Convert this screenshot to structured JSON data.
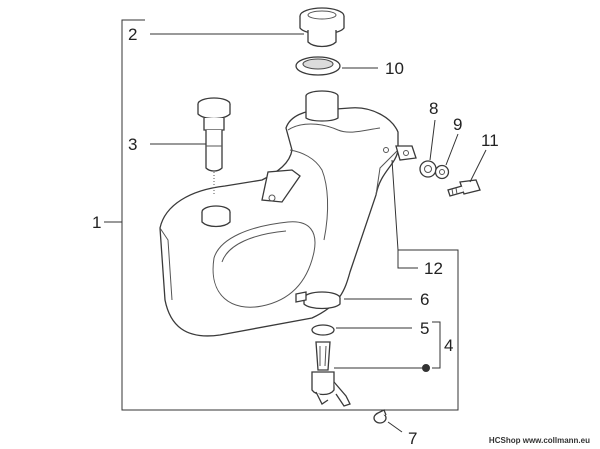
{
  "callouts": {
    "c1": "1",
    "c2": "2",
    "c3": "3",
    "c4": "4",
    "c5": "5",
    "c6": "6",
    "c7": "7",
    "c8": "8",
    "c9": "9",
    "c10": "10",
    "c11": "11",
    "c12": "12"
  },
  "credit": {
    "brand": "HCShop",
    "site": "www.collmann.eu"
  },
  "colors": {
    "line": "#333333",
    "background": "#ffffff"
  }
}
